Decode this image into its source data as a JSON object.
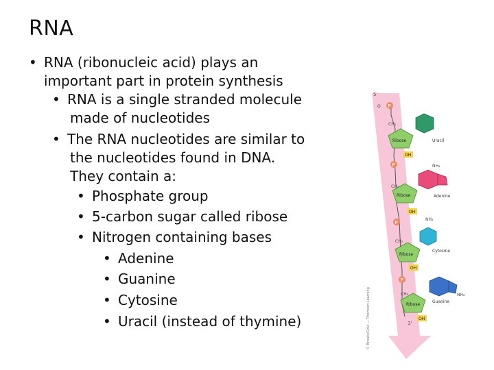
{
  "slide": {
    "title": "RNA",
    "lines": [
      {
        "bullet": "•",
        "text": "RNA (ribonucleic acid) plays an"
      },
      {
        "bullet": "",
        "text": "important part in protein synthesis"
      },
      {
        "bullet": "•",
        "text": "RNA is a single stranded molecule"
      },
      {
        "bullet": "",
        "text": "made of nucleotides"
      },
      {
        "bullet": "•",
        "text": "The RNA nucleotides are similar to"
      },
      {
        "bullet": "",
        "text": "the nucleotides found in DNA."
      },
      {
        "bullet": "",
        "text": "They contain a:"
      },
      {
        "bullet": "•",
        "text": "Phosphate group"
      },
      {
        "bullet": "•",
        "text": "5-carbon sugar called ribose"
      },
      {
        "bullet": "•",
        "text": "Nitrogen containing bases"
      },
      {
        "bullet": "•",
        "text": "Adenine"
      },
      {
        "bullet": "•",
        "text": "Guanine"
      },
      {
        "bullet": "•",
        "text": "Cytosine"
      },
      {
        "bullet": "•",
        "text": "Uracil (instead of thymine)"
      }
    ]
  },
  "figure": {
    "end_5": "5'",
    "end_3": "3'",
    "sugar_label": "Ribose",
    "oh": "OH",
    "ch2": "CH₂",
    "phosphate_p": "P",
    "oxygen": "O",
    "nh2": "NH₂",
    "bases": [
      "Uracil",
      "Adenine",
      "Cytosine",
      "Guanine"
    ],
    "colors": {
      "arrow": "#f7c6d8",
      "ribose": "#8fcf6a",
      "phosphate": "#f08a5d",
      "uracil": "#2e9a6a",
      "adenine": "#e94b7a",
      "cytosine": "#2fb3d6",
      "guanine": "#3a72c8",
      "oh_box": "#f3d34a"
    },
    "credit": "© Brooks/Cole — Thomson Learning"
  }
}
